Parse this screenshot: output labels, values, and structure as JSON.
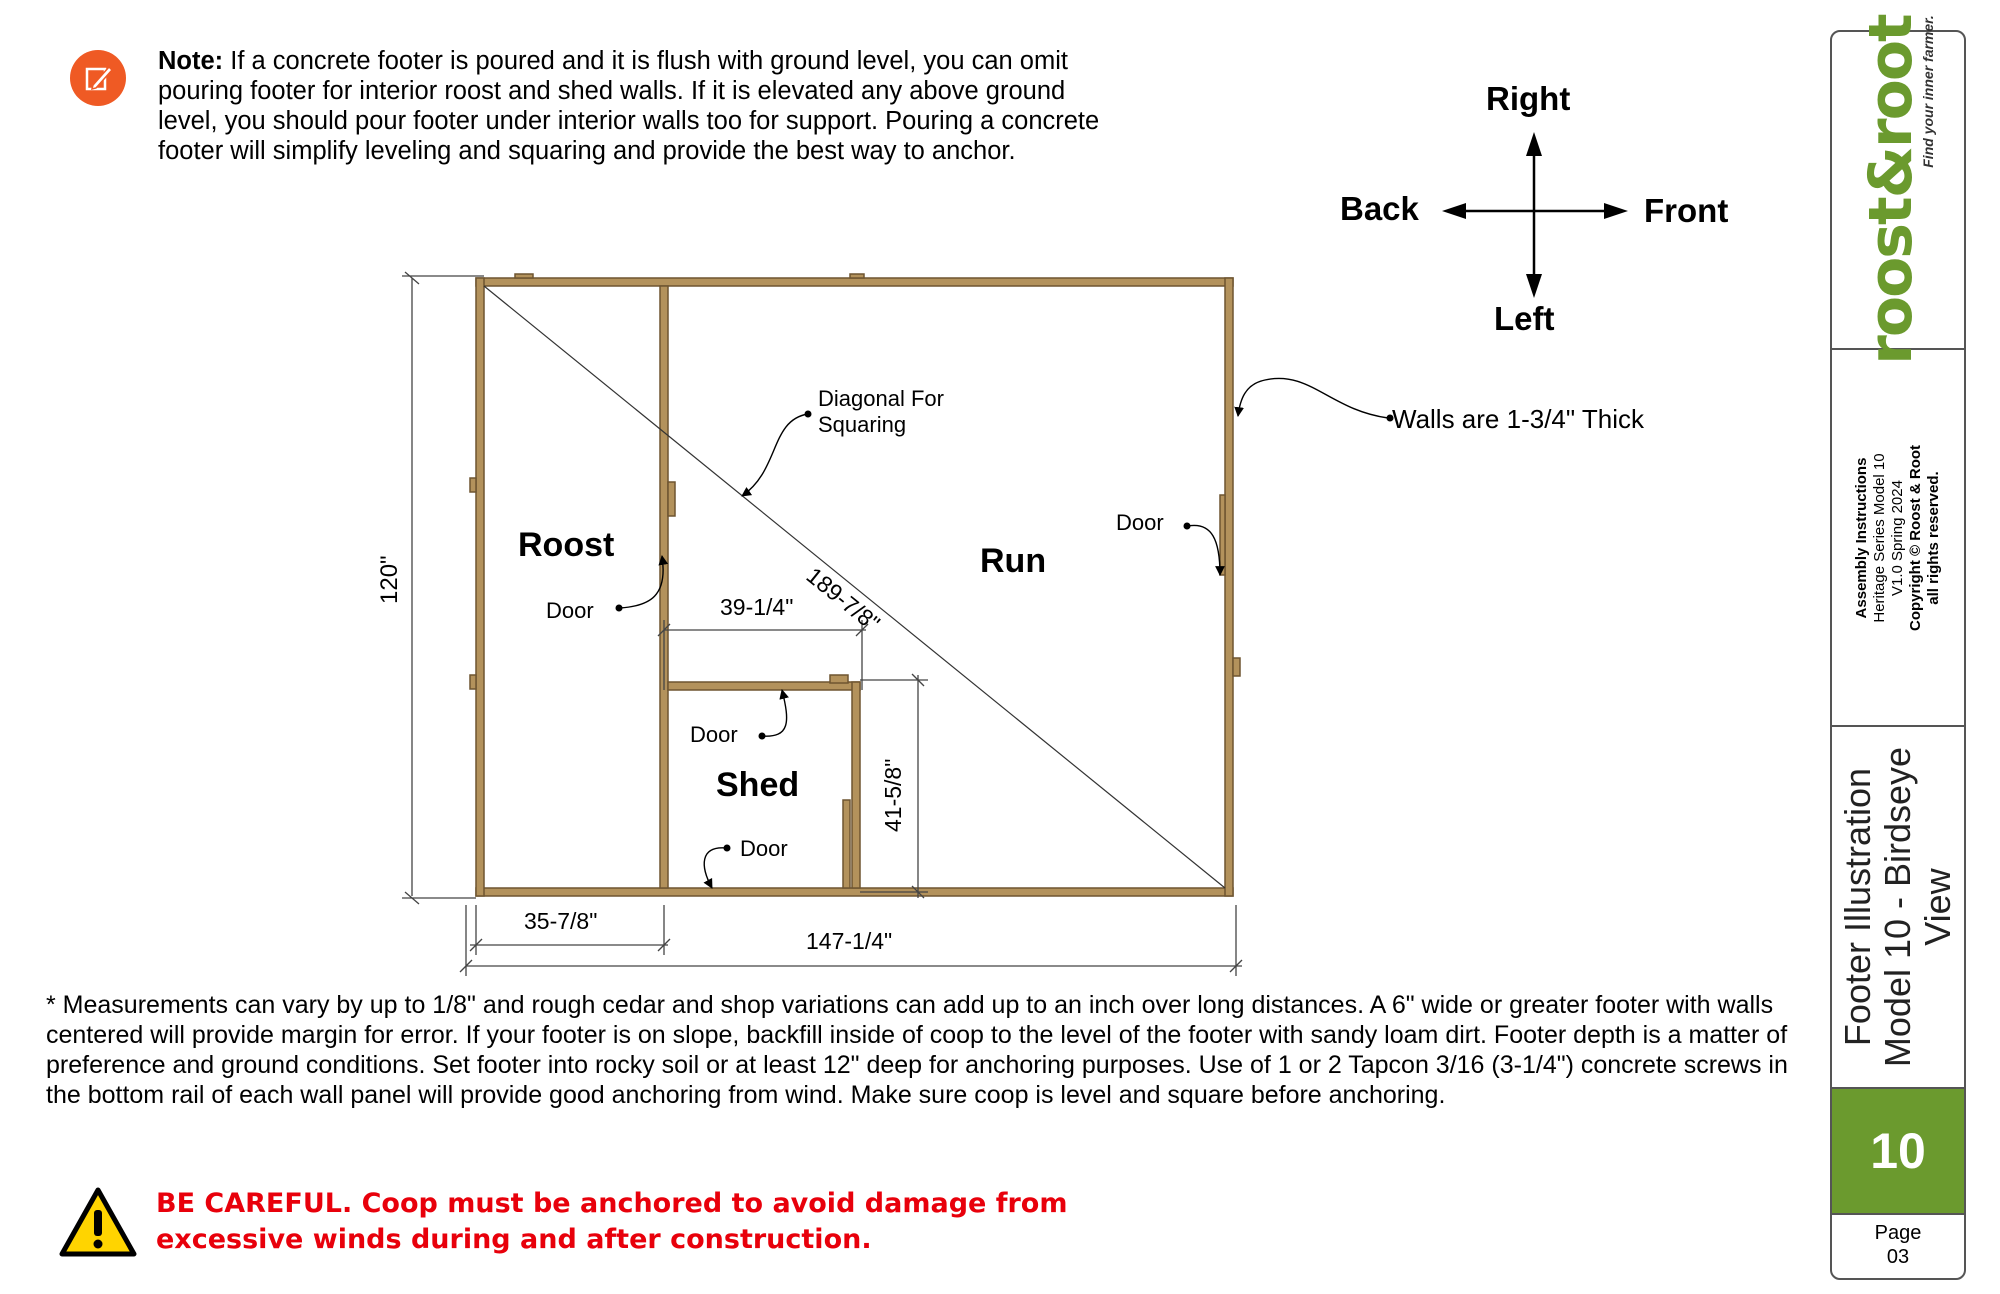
{
  "note": {
    "bold": "Note:",
    "text": " If a concrete footer is poured and it is flush with ground level, you can omit pouring footer for interior roost and shed walls. If it is elevated any above ground level, you should pour footer under interior walls too for support. Pouring a concrete footer will simplify leveling and squaring and provide the best way to anchor."
  },
  "compass": {
    "right": "Right",
    "back": "Back",
    "front": "Front",
    "left": "Left"
  },
  "plan": {
    "walls_note": "Walls are 1-3/4\" Thick",
    "diagonal_line1": "Diagonal For",
    "diagonal_line2": "Squaring",
    "diagonal_dim": "189-7/8\"",
    "roost": "Roost",
    "run": "Run",
    "shed": "Shed",
    "door_roost": "Door",
    "door_run": "Door",
    "door_shed_top": "Door",
    "door_shed_bottom": "Door",
    "dim_height": "120\"",
    "dim_roost_width": "35-7/8\"",
    "dim_total_width": "147-1/4\"",
    "dim_shed_width": "39-1/4\"",
    "dim_shed_depth": "41-5/8\""
  },
  "measurements_note": "* Measurements can vary by up to 1/8\" and rough cedar and shop variations can add up to an inch over long distances. A 6\" wide or greater footer with walls centered will provide margin for error. If your footer is on slope, backfill inside of coop to the level of the footer with sandy loam dirt. Footer depth is a matter of preference and ground conditions. Set footer into rocky soil or at least 12\" deep for anchoring purposes. Use of 1 or 2 Tapcon 3/16 (3-1/4\") concrete screws in the bottom rail of each wall panel will provide good anchoring from wind. Make sure coop is level and square before anchoring.",
  "warning": {
    "line1": "BE CAREFUL. Coop must be anchored to avoid damage from",
    "line2": "excessive winds during and after construction."
  },
  "sidebar": {
    "logo": "roost&root",
    "tagline": "Find your inner farmer.",
    "assembly_title": "Assembly Instructions",
    "series": "Heritage Series Model 10",
    "version": "V1.0 Spring 2024",
    "copyright": "Copyright © Roost & Root",
    "rights": "all rights reserved.",
    "title_line1": "Footer Illustration",
    "title_line2": "Model 10 - Birdseye",
    "title_line3": "View",
    "model_number": "10",
    "page_label": "Page",
    "page_number": "03"
  },
  "colors": {
    "wood": "#b3925c",
    "wood_edge": "#6e5530",
    "accent_green": "#6b9a2e",
    "warning_red": "#e8000b",
    "note_orange": "#ef5a24",
    "warning_yellow": "#ffd400"
  }
}
